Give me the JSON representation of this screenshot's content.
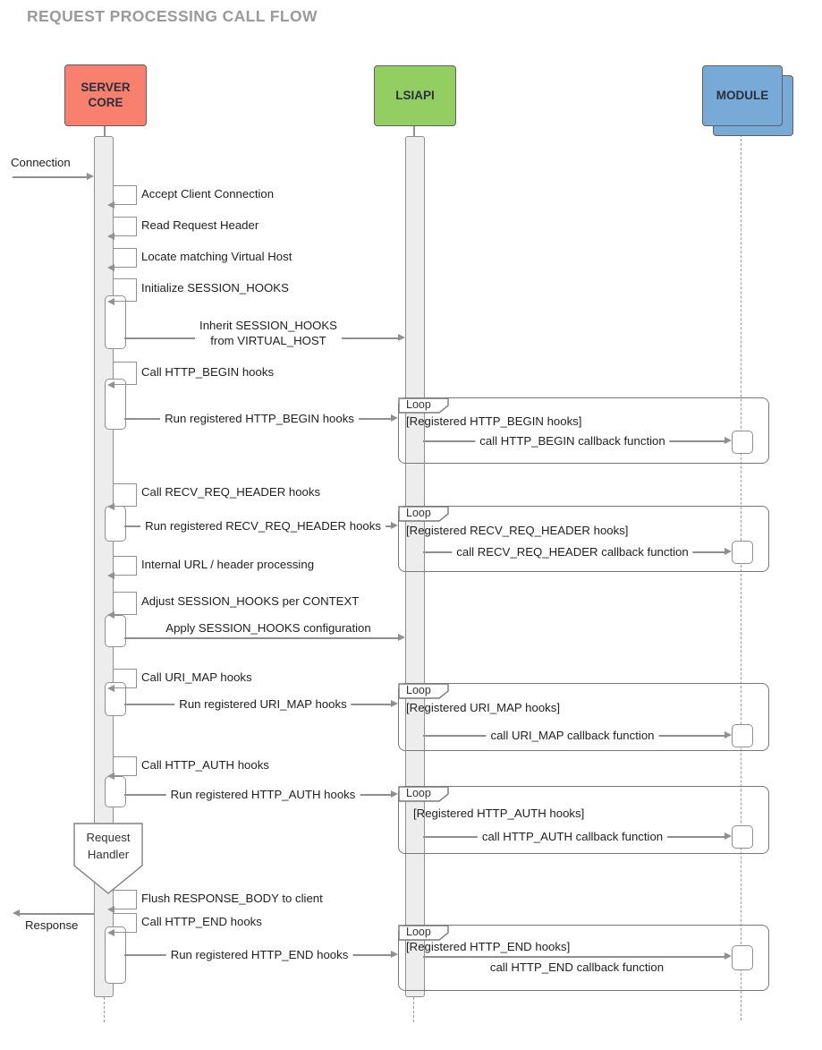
{
  "title": "REQUEST PROCESSING CALL FLOW",
  "actors": {
    "server_core": {
      "line1": "SERVER",
      "line2": "CORE",
      "color": "#f97f6e"
    },
    "lsiapi": {
      "label": "LSIAPI",
      "color": "#93ce63"
    },
    "module": {
      "label": "MODULE",
      "color": "#77aad7"
    }
  },
  "external": {
    "incoming_label": "Connection",
    "outgoing_label": "Response"
  },
  "self_messages": [
    {
      "label": "Accept Client Connection"
    },
    {
      "label": "Read Request Header"
    },
    {
      "label": "Locate matching Virtual Host"
    },
    {
      "label": "Initialize SESSION_HOOKS"
    },
    {
      "label": "Call HTTP_BEGIN hooks"
    },
    {
      "label": "Call RECV_REQ_HEADER hooks"
    },
    {
      "label": "Internal URL / header processing"
    },
    {
      "label": "Adjust SESSION_HOOKS per CONTEXT"
    },
    {
      "label": "Call URI_MAP hooks"
    },
    {
      "label": "Call HTTP_AUTH hooks"
    },
    {
      "label": "Flush RESPONSE_BODY to client"
    },
    {
      "label": "Call HTTP_END hooks"
    }
  ],
  "messages": [
    {
      "line1": "Inherit SESSION_HOOKS",
      "line2": "from VIRTUAL_HOST"
    },
    {
      "label": "Run registered HTTP_BEGIN hooks"
    },
    {
      "label": "Run registered RECV_REQ_HEADER hooks"
    },
    {
      "label": "Apply SESSION_HOOKS configuration"
    },
    {
      "label": "Run registered URI_MAP hooks"
    },
    {
      "label": "Run registered HTTP_AUTH hooks"
    },
    {
      "label": "Run registered HTTP_END hooks"
    }
  ],
  "loops": [
    {
      "title": "Loop",
      "guard": "[Registered HTTP_BEGIN hooks]",
      "message": "call HTTP_BEGIN callback function"
    },
    {
      "title": "Loop",
      "guard": "[Registered RECV_REQ_HEADER hooks]",
      "message": "call RECV_REQ_HEADER callback function"
    },
    {
      "title": "Loop",
      "guard": "[Registered URI_MAP hooks]",
      "message": "call URI_MAP callback function"
    },
    {
      "title": "Loop",
      "guard": "[Registered HTTP_AUTH hooks]",
      "message": "call HTTP_AUTH callback function"
    },
    {
      "title": "Loop",
      "guard": "[Registered HTTP_END hooks]",
      "message": "call HTTP_END callback function"
    }
  ],
  "request_handler": {
    "line1": "Request",
    "line2": "Handler"
  }
}
